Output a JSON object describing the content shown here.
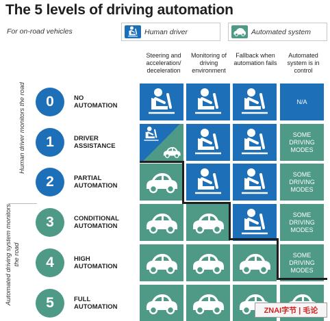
{
  "title": "The 5 levels of driving automation",
  "subtitle": "For on-road vehicles",
  "legend": {
    "human_label": "Human driver",
    "human_icon": "human-driver-icon",
    "auto_label": "Automated system",
    "auto_icon": "automated-car-icon"
  },
  "columns": [
    "Steering and\nacceleration/\ndeceleration",
    "Monitoring\nof driving\nenvironment",
    "Fallback when\nautomation\nfails",
    "Automated\nsystem is in\ncontrol"
  ],
  "side_labels": {
    "human": "Human driver\nmonitors the road",
    "auto": "Automated driving system\nmonitors the road"
  },
  "levels": [
    {
      "number": "0",
      "name": "NO\nAUTOMATION",
      "cells": [
        "human",
        "human",
        "human",
        "text"
      ],
      "control_text": "N/A"
    },
    {
      "number": "1",
      "name": "DRIVER\nASSISTANCE",
      "cells": [
        "split",
        "human",
        "human",
        "text"
      ],
      "control_text": "SOME\nDRIVING\nMODES"
    },
    {
      "number": "2",
      "name": "PARTIAL\nAUTOMATION",
      "cells": [
        "auto",
        "human",
        "human",
        "text"
      ],
      "control_text": "SOME\nDRIVING\nMODES"
    },
    {
      "number": "3",
      "name": "CONDITIONAL\nAUTOMATION",
      "cells": [
        "auto",
        "auto",
        "human",
        "text"
      ],
      "control_text": "SOME\nDRIVING\nMODES"
    },
    {
      "number": "4",
      "name": "HIGH\nAUTOMATION",
      "cells": [
        "auto",
        "auto",
        "auto",
        "text"
      ],
      "control_text": "SOME\nDRIVING\nMODES"
    },
    {
      "number": "5",
      "name": "FULL\nAUTOMATION",
      "cells": [
        "auto",
        "auto",
        "auto",
        "auto"
      ],
      "control_text": ""
    }
  ],
  "colors": {
    "human": "#1d6fb8",
    "auto": "#4e9a86",
    "watermark_text": "#d81e1e"
  },
  "watermark": "ZNAI字节 | 毛论"
}
